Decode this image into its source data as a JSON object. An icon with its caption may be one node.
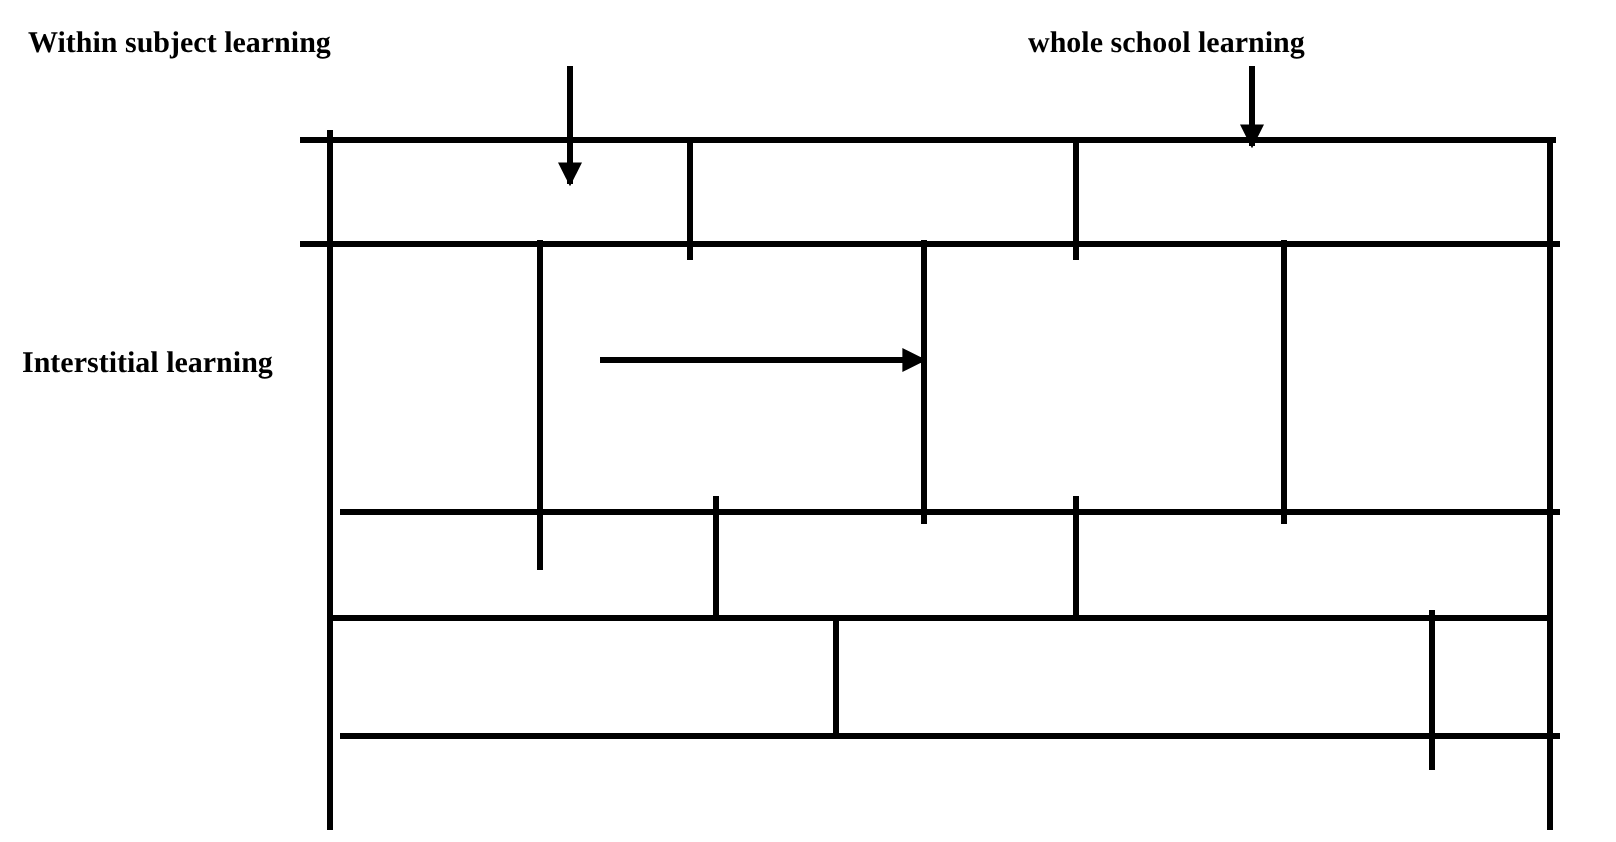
{
  "diagram": {
    "labels": [
      "Within subject learning",
      "whole school learning",
      "Interstitial learning"
    ]
  }
}
